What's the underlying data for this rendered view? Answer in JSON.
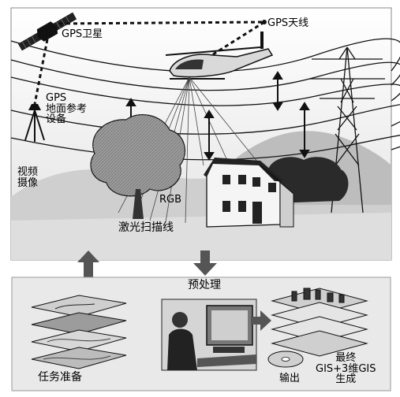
{
  "labels": {
    "gps_satellite": "GPS卫星",
    "gps_antenna": "GPS天线",
    "gps_ground_ref": [
      "GPS",
      "地面参考",
      "设备"
    ],
    "video_camera": [
      "视频",
      "摄像"
    ],
    "rgb": "RGB",
    "laser_scan_line": "激光扫描线",
    "preprocessing": "预处理",
    "task_prep": "任务准备",
    "output": "输出",
    "final_gis": [
      "最终",
      "GIS+3维GIS",
      "生成"
    ]
  },
  "colors": {
    "sky": "#efefef",
    "hills": "#c9c9c9",
    "dark": "#1e1e1e",
    "panel": "#e9e9e9"
  },
  "icons": {
    "satellite": "satellite-icon",
    "helicopter": "helicopter-icon",
    "tower": "power-tower-icon",
    "house": "house-icon",
    "tree": "tree-icon",
    "tripod": "gps-tripod-icon",
    "monitor": "computer-monitor-icon",
    "map_layers": "map-layers-icon",
    "disc": "disc-icon"
  }
}
